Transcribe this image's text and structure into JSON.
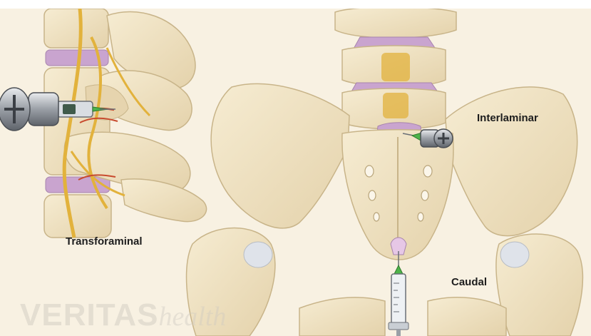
{
  "labels": {
    "transforaminal": "Transforaminal",
    "interlaminar": "Interlaminar",
    "caudal": "Caudal"
  },
  "watermark": {
    "brand": "VERITAS",
    "sub": "health"
  },
  "colors": {
    "background": "#f8f1e2",
    "bone": "#f1e4c4",
    "bone_shadow": "#d6c39a",
    "disc": "#c9a4cf",
    "nerve": "#e2b23c",
    "vessel": "#c84a2e",
    "needle_metal": "#a9adb3"
  }
}
